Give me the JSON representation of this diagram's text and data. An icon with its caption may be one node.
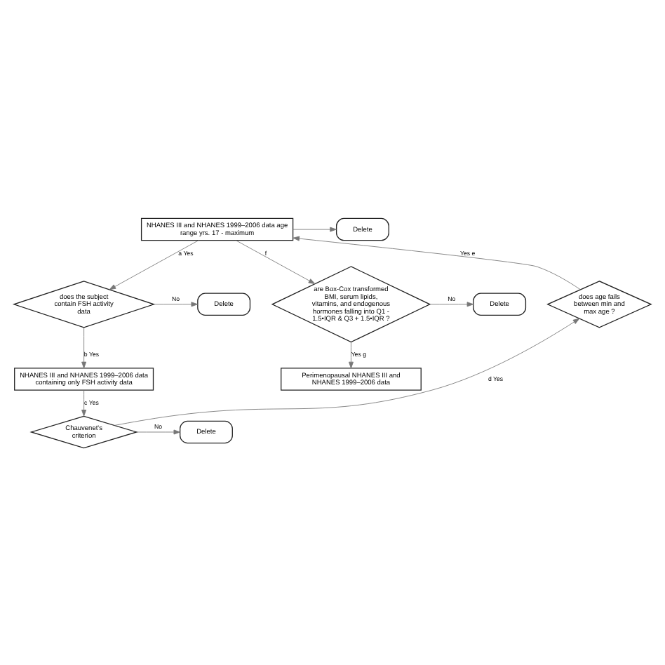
{
  "diagram": {
    "nodes": [
      {
        "text": [
          "NHANES III and NHANES 1999–2006 data age range yrs. 17 - maximum"
        ]
      },
      {
        "text": [
          "Delete"
        ]
      },
      {
        "text": [
          "does the subject contain FSH activity data"
        ]
      },
      {
        "text": [
          "Delete"
        ]
      },
      {
        "text": [
          "does age fails between min and max age ?"
        ]
      },
      {
        "text": [
          "NHANES III and NHANES 1999–2006 data containing only FSH activity data"
        ]
      },
      {
        "text": [
          "Chauvenet's criterion"
        ]
      },
      {
        "text": [
          "Delete"
        ]
      },
      {
        "text": [
          "are Box-Cox transformed BMI, serum lipids, vitamins, and endogenous hormones falling into Q1 - 1.5•IQR & Q3 + 1.5•IQR ?"
        ]
      },
      {
        "text": [
          "Delete"
        ]
      },
      {
        "text": [
          "Perimenopausal NHANES III and NHANES 1999–2006 data"
        ]
      }
    ],
    "edges": [
      {
        "from": 0,
        "to": 1,
        "arrow": "to"
      },
      {
        "from": 0,
        "to": 2,
        "arrow": "to",
        "label": "a Yes"
      },
      {
        "from": 2,
        "to": 3,
        "arrow": "to",
        "label": "No"
      },
      {
        "from": 2,
        "to": 5,
        "arrow": "to",
        "label": "b Yes"
      },
      {
        "from": 5,
        "to": 6,
        "arrow": "to",
        "label": "c Yes"
      },
      {
        "from": 6,
        "to": 7,
        "arrow": "to",
        "label": "No"
      },
      {
        "from": 6,
        "to": 4,
        "arrow": "to",
        "label": "d Yes"
      },
      {
        "from": 4,
        "to": 0,
        "arrow": "to",
        "label": "Yes e"
      },
      {
        "from": 0,
        "to": 8,
        "arrow": "to",
        "label": "f"
      },
      {
        "from": 8,
        "to": 9,
        "arrow": "to",
        "label": "No"
      },
      {
        "from": 8,
        "to": 10,
        "arrow": "to",
        "label": "Yes g"
      }
    ]
  }
}
